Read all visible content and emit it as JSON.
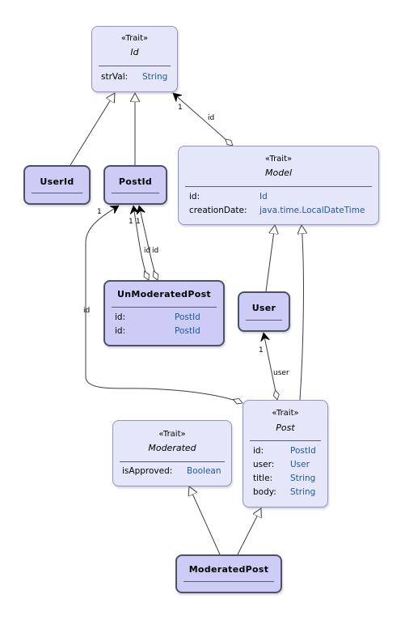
{
  "colors": {
    "trait_fill": "#e6e6fa",
    "class_fill": "#ccccf7",
    "type_text": "#1e5aa0",
    "line": "#3c3c3c"
  },
  "nodes": {
    "id_trait": {
      "stereotype": "«Trait»",
      "name": "Id",
      "fields": [
        {
          "name": "strVal:",
          "type": "String"
        }
      ]
    },
    "userid": {
      "name": "UserId"
    },
    "postid": {
      "name": "PostId"
    },
    "model_trait": {
      "stereotype": "«Trait»",
      "name": "Model",
      "fields": [
        {
          "name": "id:",
          "type": "Id"
        },
        {
          "name": "creationDate:",
          "type": "java.time.LocalDateTime"
        }
      ]
    },
    "unmoderated": {
      "name": "UnModeratedPost",
      "fields": [
        {
          "name": "id:",
          "type": "PostId"
        },
        {
          "name": "id:",
          "type": "PostId"
        }
      ]
    },
    "user": {
      "name": "User"
    },
    "moderated_trait": {
      "stereotype": "«Trait»",
      "name": "Moderated",
      "fields": [
        {
          "name": "isApproved:",
          "type": "Boolean"
        }
      ]
    },
    "post_trait": {
      "stereotype": "«Trait»",
      "name": "Post",
      "fields": [
        {
          "name": "id:",
          "type": "PostId"
        },
        {
          "name": "user:",
          "type": "User"
        },
        {
          "name": "title:",
          "type": "String"
        },
        {
          "name": "body:",
          "type": "String"
        }
      ]
    },
    "moderatedpost": {
      "name": "ModeratedPost"
    }
  },
  "edge_labels": {
    "model_id_role": "id",
    "model_id_mult": "1",
    "unmod_id1_role": "id",
    "unmod_id2_role": "id",
    "unmod_id1_mult": "1",
    "unmod_id2_mult": "1",
    "post_id_role": "id",
    "post_id_mult": "1",
    "post_user_role": "user",
    "post_user_mult": "1"
  }
}
